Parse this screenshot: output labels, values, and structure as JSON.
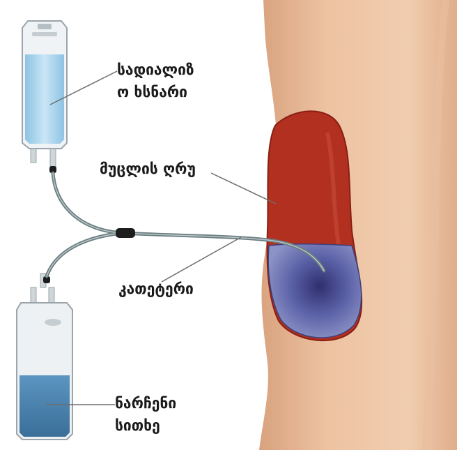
{
  "labels": {
    "dialysis_solution": {
      "line1": "სადიალიზ",
      "line2": "ო ხსნარი"
    },
    "abdominal_cavity": "მუცლის ღრუ",
    "catheter": "კათეტერი",
    "waste_fluid": {
      "line1": "ნარჩენი",
      "line2": "სითხე"
    }
  },
  "colors": {
    "skin": "#e6b894",
    "cavity": "#b2301f",
    "fluid_in_cavity": "#5a60a6",
    "fresh_solution": "#a9d3ec",
    "waste_solution": "#4c87b3",
    "tube": "#6b7d80"
  }
}
